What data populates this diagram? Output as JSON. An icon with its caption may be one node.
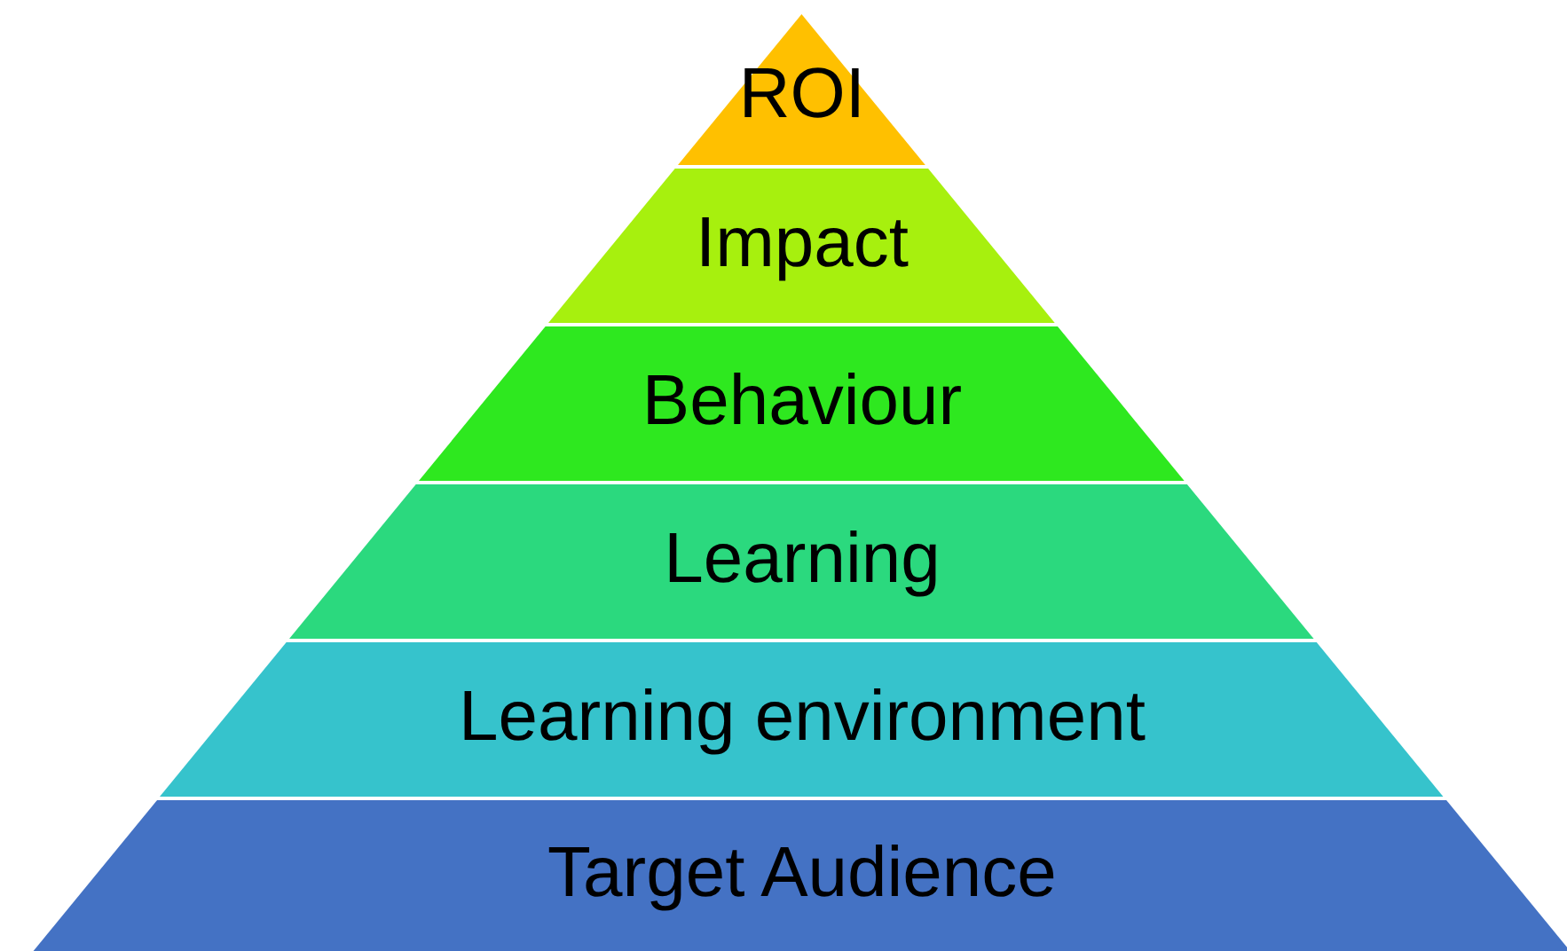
{
  "diagram": {
    "nodes": [
      {
        "text": [
          "ROI"
        ]
      },
      {
        "text": [
          "Impact"
        ]
      },
      {
        "text": [
          "Behaviour"
        ]
      },
      {
        "text": [
          "Learning"
        ]
      },
      {
        "text": [
          "Learning environment"
        ]
      },
      {
        "text": [
          "Target Audience"
        ]
      }
    ]
  }
}
